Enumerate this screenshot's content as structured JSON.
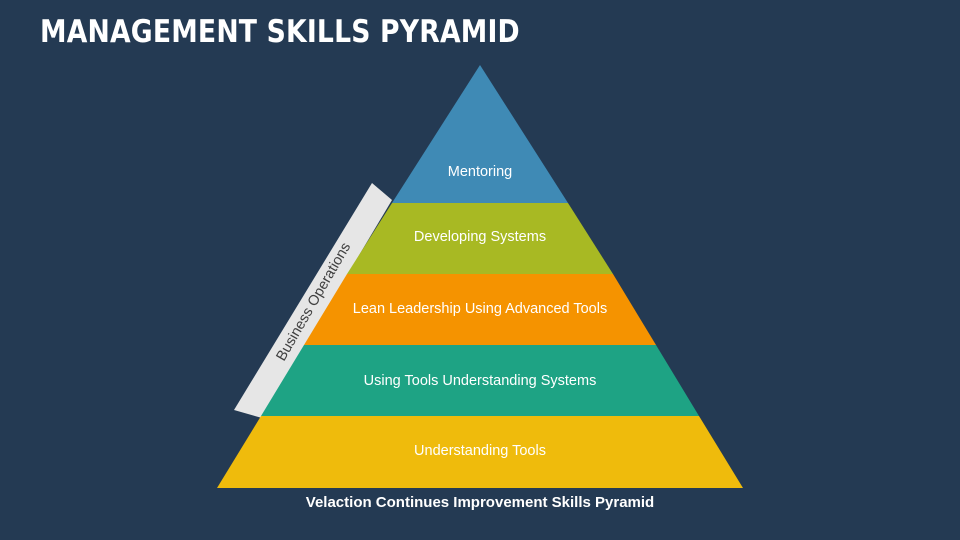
{
  "title": "MANAGEMENT SKILLS PYRAMID",
  "side_band": {
    "label": "Business Operations",
    "color": "#e6e6e6"
  },
  "pyramid": {
    "layers": [
      {
        "label": "Mentoring",
        "color": "#3f8ab5"
      },
      {
        "label": "Developing Systems",
        "color": "#a8b923"
      },
      {
        "label": "Lean Leadership Using Advanced Tools",
        "color": "#f59300"
      },
      {
        "label": "Using Tools Understanding Systems",
        "color": "#1ea384"
      },
      {
        "label": "Understanding Tools",
        "color": "#efbb0c"
      }
    ]
  },
  "caption": "Velaction Continues Improvement Skills Pyramid",
  "colors": {
    "background": "#243a53",
    "text": "#ffffff"
  }
}
